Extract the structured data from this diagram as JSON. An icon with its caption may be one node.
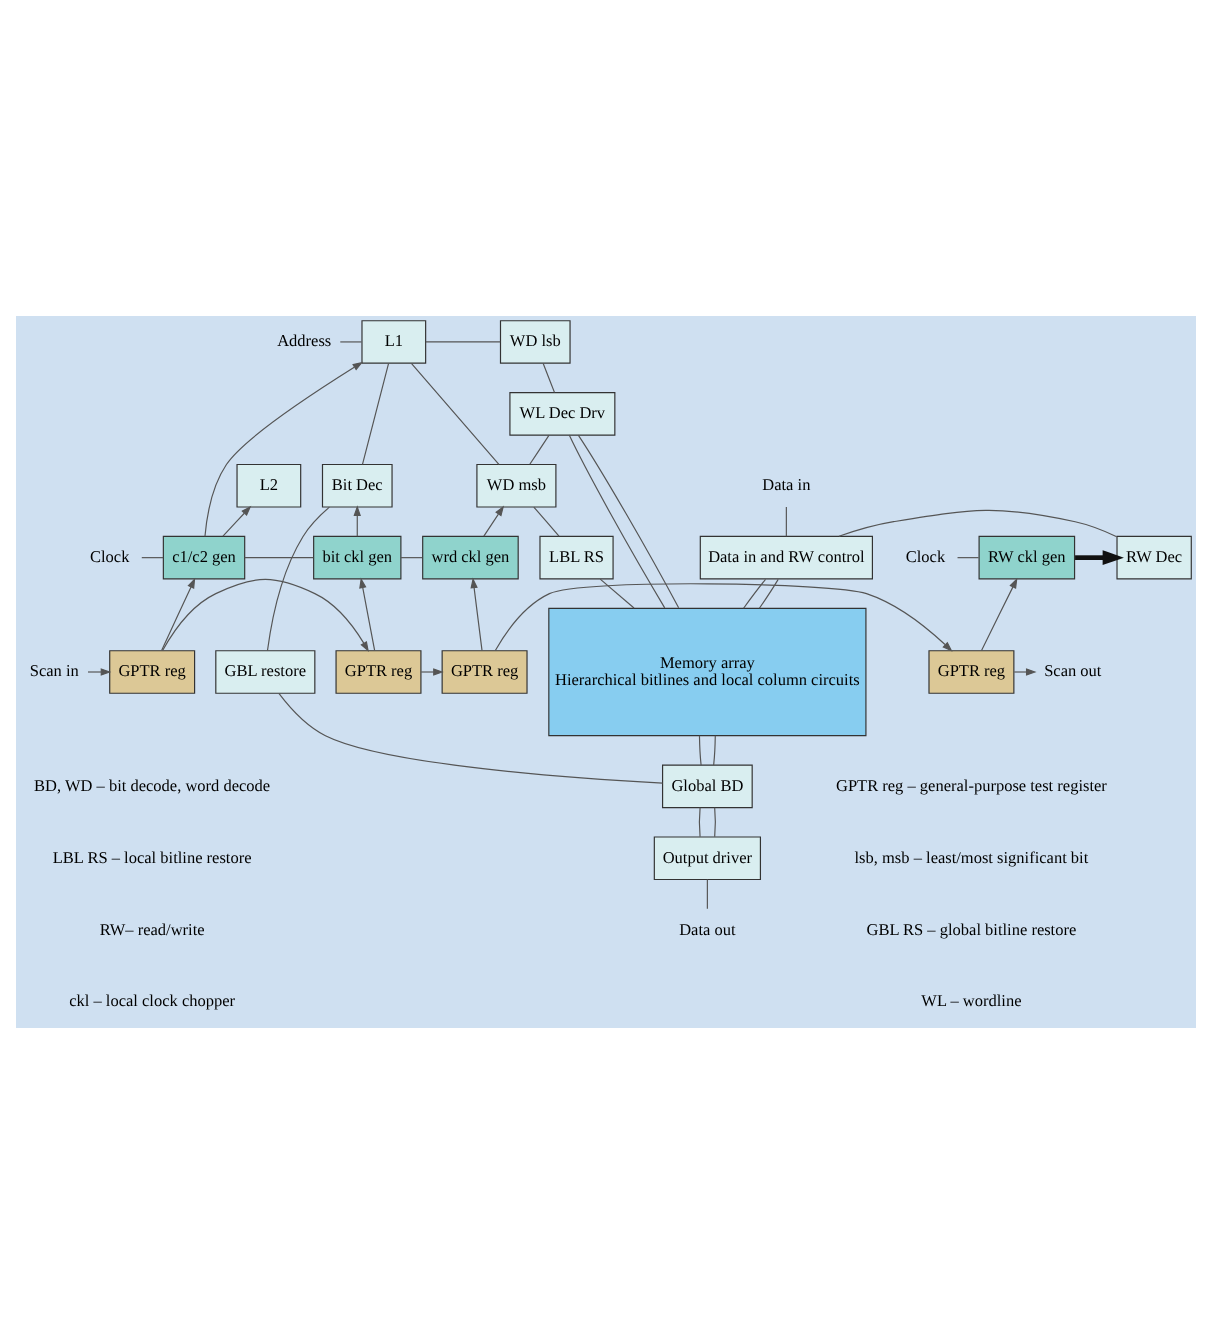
{
  "diagram": {
    "nodes": [
      {
        "text": [
          "Data in"
        ]
      },
      {
        "text": [
          "Clock"
        ]
      },
      {
        "text": [
          "RW ckl gen"
        ]
      },
      {
        "text": [
          "RW Dec"
        ]
      },
      {
        "text": [
          "Data in and RW control"
        ]
      },
      {
        "text": [
          "Address"
        ]
      },
      {
        "text": [
          "L1"
        ]
      },
      {
        "text": [
          "L2"
        ]
      },
      {
        "text": [
          "WD lsb"
        ]
      },
      {
        "text": [
          "WL Dec Drv"
        ]
      },
      {
        "text": [
          "Memory array",
          "Hierarchical bitlines and local column circuits"
        ]
      },
      {
        "text": [
          "Bit Dec"
        ]
      },
      {
        "text": [
          "WD msb"
        ]
      },
      {
        "text": [
          "LBL RS"
        ]
      },
      {
        "text": [
          "GBL restore"
        ]
      },
      {
        "text": [
          "Global BD"
        ]
      },
      {
        "text": [
          "Clock"
        ]
      },
      {
        "text": [
          "c1/c2 gen"
        ]
      },
      {
        "text": [
          "bit ckl gen"
        ]
      },
      {
        "text": [
          "wrd ckl gen"
        ]
      },
      {
        "text": [
          "Output driver"
        ]
      },
      {
        "text": [
          "Data out"
        ]
      },
      {
        "text": [
          "Scan in"
        ]
      },
      {
        "text": [
          "GPTR reg"
        ]
      },
      {
        "text": [
          "GPTR reg"
        ]
      },
      {
        "text": [
          "GPTR reg"
        ]
      },
      {
        "text": [
          "GPTR reg"
        ]
      },
      {
        "text": [
          "Scan out"
        ]
      }
    ],
    "edges": [
      {
        "from": 0,
        "to": 4,
        "arrow": "none"
      },
      {
        "from": 1,
        "to": 2,
        "arrow": "none"
      },
      {
        "from": 2,
        "to": 3,
        "arrow": "to",
        "style": "thick"
      },
      {
        "from": 3,
        "to": 4,
        "arrow": "none"
      },
      {
        "from": 5,
        "to": 6,
        "arrow": "none"
      },
      {
        "from": 6,
        "to": 8,
        "arrow": "none"
      },
      {
        "from": 6,
        "to": 12,
        "arrow": "none"
      },
      {
        "from": 6,
        "to": 11,
        "arrow": "none"
      },
      {
        "from": 8,
        "to": 9,
        "arrow": "none"
      },
      {
        "from": 12,
        "to": 9,
        "arrow": "none"
      },
      {
        "from": 12,
        "to": 13,
        "arrow": "none"
      },
      {
        "from": 9,
        "to": 10,
        "arrow": "none"
      },
      {
        "from": 9,
        "to": 10,
        "arrow": "none"
      },
      {
        "from": 13,
        "to": 10,
        "arrow": "none"
      },
      {
        "from": 4,
        "to": 10,
        "arrow": "none"
      },
      {
        "from": 4,
        "to": 10,
        "arrow": "none"
      },
      {
        "from": 11,
        "to": 14,
        "arrow": "none"
      },
      {
        "from": 14,
        "to": 15,
        "arrow": "none"
      },
      {
        "from": 10,
        "to": 15,
        "arrow": "none"
      },
      {
        "from": 10,
        "to": 15,
        "arrow": "none"
      },
      {
        "from": 15,
        "to": 20,
        "arrow": "none"
      },
      {
        "from": 15,
        "to": 20,
        "arrow": "none"
      },
      {
        "from": 20,
        "to": 21,
        "arrow": "none"
      },
      {
        "from": 16,
        "to": 17,
        "arrow": "none"
      },
      {
        "from": 17,
        "to": 18,
        "arrow": "none"
      },
      {
        "from": 18,
        "to": 19,
        "arrow": "none"
      },
      {
        "from": 17,
        "to": 6,
        "arrow": "to"
      },
      {
        "from": 17,
        "to": 7,
        "arrow": "to"
      },
      {
        "from": 18,
        "to": 11,
        "arrow": "to"
      },
      {
        "from": 19,
        "to": 12,
        "arrow": "to"
      },
      {
        "from": 22,
        "to": 23,
        "arrow": "to"
      },
      {
        "from": 23,
        "to": 24,
        "arrow": "to"
      },
      {
        "from": 24,
        "to": 25,
        "arrow": "to"
      },
      {
        "from": 25,
        "to": 26,
        "arrow": "to"
      },
      {
        "from": 26,
        "to": 27,
        "arrow": "to"
      },
      {
        "from": 23,
        "to": 17,
        "arrow": "to"
      },
      {
        "from": 24,
        "to": 18,
        "arrow": "to"
      },
      {
        "from": 25,
        "to": 19,
        "arrow": "to"
      },
      {
        "from": 26,
        "to": 2,
        "arrow": "to"
      }
    ],
    "labels": [
      "BD, WD – bit decode, word decode",
      "LBL RS – local bitline restore",
      "RW– read/write",
      "ckl – local clock chopper",
      "GPTR reg – general-purpose test register",
      "lsb, msb – least/most significant bit",
      "GBL RS – global bitline restore",
      "WL – wordline"
    ]
  }
}
